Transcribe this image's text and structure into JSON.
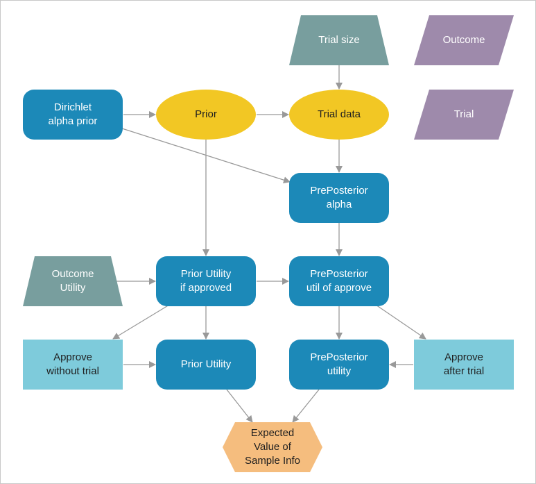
{
  "diagram": {
    "nodes": {
      "trial_size": {
        "label": "Trial size",
        "shape": "trapezoid",
        "color": "#789e9e"
      },
      "outcome": {
        "label": "Outcome",
        "shape": "parallelogram",
        "color": "#9e8aab"
      },
      "trial": {
        "label": "Trial",
        "shape": "parallelogram",
        "color": "#9e8aab"
      },
      "dirichlet_alpha_prior": {
        "label": "Dirichlet\nalpha prior",
        "shape": "rounded-rect",
        "color": "#1c89b8"
      },
      "prior": {
        "label": "Prior",
        "shape": "ellipse",
        "color": "#f2c724"
      },
      "trial_data": {
        "label": "Trial data",
        "shape": "ellipse",
        "color": "#f2c724"
      },
      "preposterior_alpha": {
        "label": "PrePosterior\nalpha",
        "shape": "rounded-rect",
        "color": "#1c89b8"
      },
      "outcome_utility": {
        "label": "Outcome\nUtility",
        "shape": "trapezoid",
        "color": "#789e9e"
      },
      "prior_utility_if_approved": {
        "label": "Prior Utility\nif approved",
        "shape": "rounded-rect",
        "color": "#1c89b8"
      },
      "preposterior_util_of_approve": {
        "label": "PrePosterior\nutil of approve",
        "shape": "rounded-rect",
        "color": "#1c89b8"
      },
      "approve_without_trial": {
        "label": "Approve\nwithout trial",
        "shape": "rect",
        "color": "#7ecbdb"
      },
      "prior_utility": {
        "label": "Prior Utility",
        "shape": "rounded-rect",
        "color": "#1c89b8"
      },
      "preposterior_utility": {
        "label": "PrePosterior\nutility",
        "shape": "rounded-rect",
        "color": "#1c89b8"
      },
      "approve_after_trial": {
        "label": "Approve\nafter trial",
        "shape": "rect",
        "color": "#7ecbdb"
      },
      "expected_value_of_sample_info": {
        "label": "Expected\nValue of\nSample Info",
        "shape": "hexagon",
        "color": "#f5bd7e"
      }
    },
    "edges": [
      {
        "from": "dirichlet_alpha_prior",
        "to": "prior"
      },
      {
        "from": "prior",
        "to": "trial_data"
      },
      {
        "from": "trial_size",
        "to": "trial_data"
      },
      {
        "from": "dirichlet_alpha_prior",
        "to": "preposterior_alpha"
      },
      {
        "from": "trial_data",
        "to": "preposterior_alpha"
      },
      {
        "from": "prior",
        "to": "prior_utility_if_approved"
      },
      {
        "from": "preposterior_alpha",
        "to": "preposterior_util_of_approve"
      },
      {
        "from": "outcome_utility",
        "to": "prior_utility_if_approved"
      },
      {
        "from": "prior_utility_if_approved",
        "to": "preposterior_util_of_approve"
      },
      {
        "from": "prior_utility_if_approved",
        "to": "approve_without_trial"
      },
      {
        "from": "prior_utility_if_approved",
        "to": "prior_utility"
      },
      {
        "from": "preposterior_util_of_approve",
        "to": "preposterior_utility"
      },
      {
        "from": "preposterior_util_of_approve",
        "to": "approve_after_trial"
      },
      {
        "from": "approve_without_trial",
        "to": "prior_utility"
      },
      {
        "from": "approve_after_trial",
        "to": "preposterior_utility"
      },
      {
        "from": "prior_utility",
        "to": "expected_value_of_sample_info"
      },
      {
        "from": "preposterior_utility",
        "to": "expected_value_of_sample_info"
      }
    ],
    "edge_color": "#999999",
    "light_text_color": "#ffffff",
    "dark_text_color": "#1f1f1f"
  }
}
